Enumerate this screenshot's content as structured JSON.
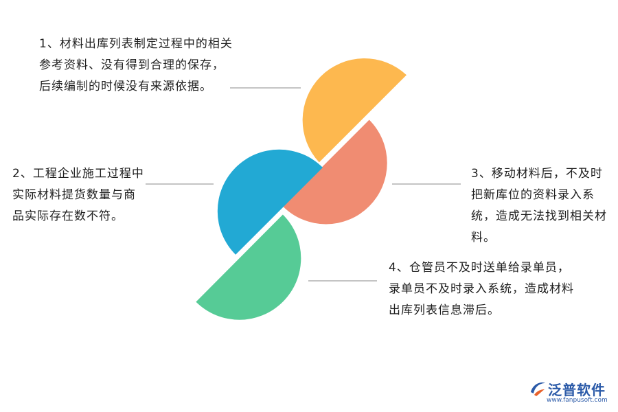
{
  "notes": [
    {
      "id": "1",
      "text": "1、材料出库列表制定过程中的相关参考资料、没有得到合理的保存，后续编制的时候没有来源依据。"
    },
    {
      "id": "2",
      "text": "2、工程企业施工过程中实际材料提货数量与商品实际存在数不符。"
    },
    {
      "id": "3",
      "text": "3、移动材料后，不及时把新库位的资料录入系统，造成无法找到相关材料。"
    },
    {
      "id": "4",
      "text": "4、仓管员不及时送单给录单员，录单员不及时录入系统，造成材料出库列表信息滞后。"
    }
  ],
  "colors": {
    "yellow": "#FDB84F",
    "salmon": "#F08C72",
    "blue": "#22A9D4",
    "green": "#56CB96",
    "connector": "#888888",
    "brand": "#2b5aa8",
    "brand_accent": "#e8622c"
  },
  "logo": {
    "name": "泛普软件",
    "url": "www.fanpusoft.com",
    "icon": "fanpu-logo-icon"
  }
}
